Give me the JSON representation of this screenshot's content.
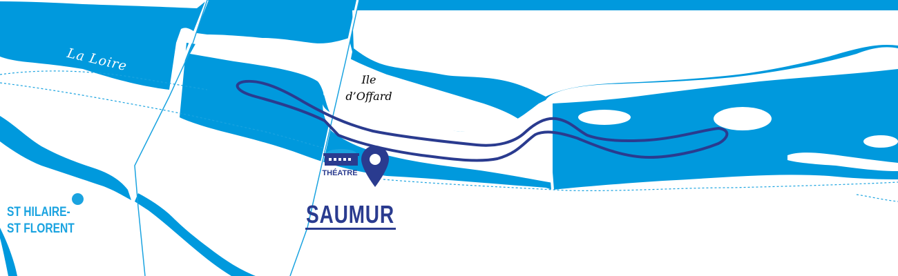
{
  "map": {
    "river_label": "La Loire",
    "island_label_line1": "Ile",
    "island_label_line2": "d’Offard",
    "theatre_label": "THÉATRE",
    "city_label": "SAUMUR",
    "town_label_line1": "ST HILAIRE-",
    "town_label_line2": "ST FLORENT"
  },
  "colors": {
    "river": "#0099dd",
    "route": "#2a3b8f",
    "town": "#1aa3e0",
    "island_text": "#000000",
    "background": "#ffffff"
  },
  "icons": [
    "location-pin-icon",
    "theatre-building-icon",
    "town-dot-icon"
  ]
}
